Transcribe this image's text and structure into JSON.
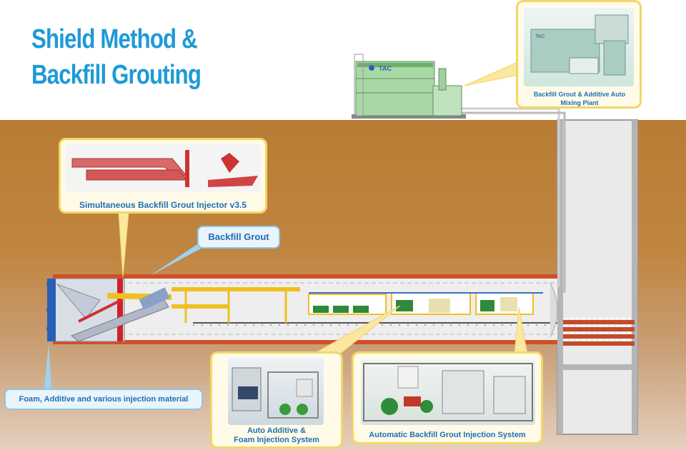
{
  "title": {
    "line1": "Shield Method &",
    "line2": "Backfill Grouting"
  },
  "labels": {
    "mixing_plant": "Backfill Grout & Additive Auto Mixing Plant",
    "mixing_plant_sign": "TAC",
    "mixing_photo_sign": "TAC",
    "injector": "Simultaneous Backfill Grout Injector v3.5",
    "backfill_grout": "Backfill Grout",
    "foam_additive": "Foam, Additive and various injection material",
    "auto_additive_line1": "Auto Additive &",
    "auto_additive_line2": "Foam Injection System",
    "auto_backfill": "Automatic Backfill Grout Injection System"
  },
  "colors": {
    "title": "#1e9ad6",
    "soil_top": "#b97c34",
    "soil_bottom": "#e6d0bf",
    "callout_border": "#f2d667",
    "callout_fill": "#fffbe8",
    "label_border": "#8cc6e8",
    "label_text": "#1f6fb5",
    "tunnel_lining": "#d0502a",
    "plant_green": "#a8d8a6"
  }
}
